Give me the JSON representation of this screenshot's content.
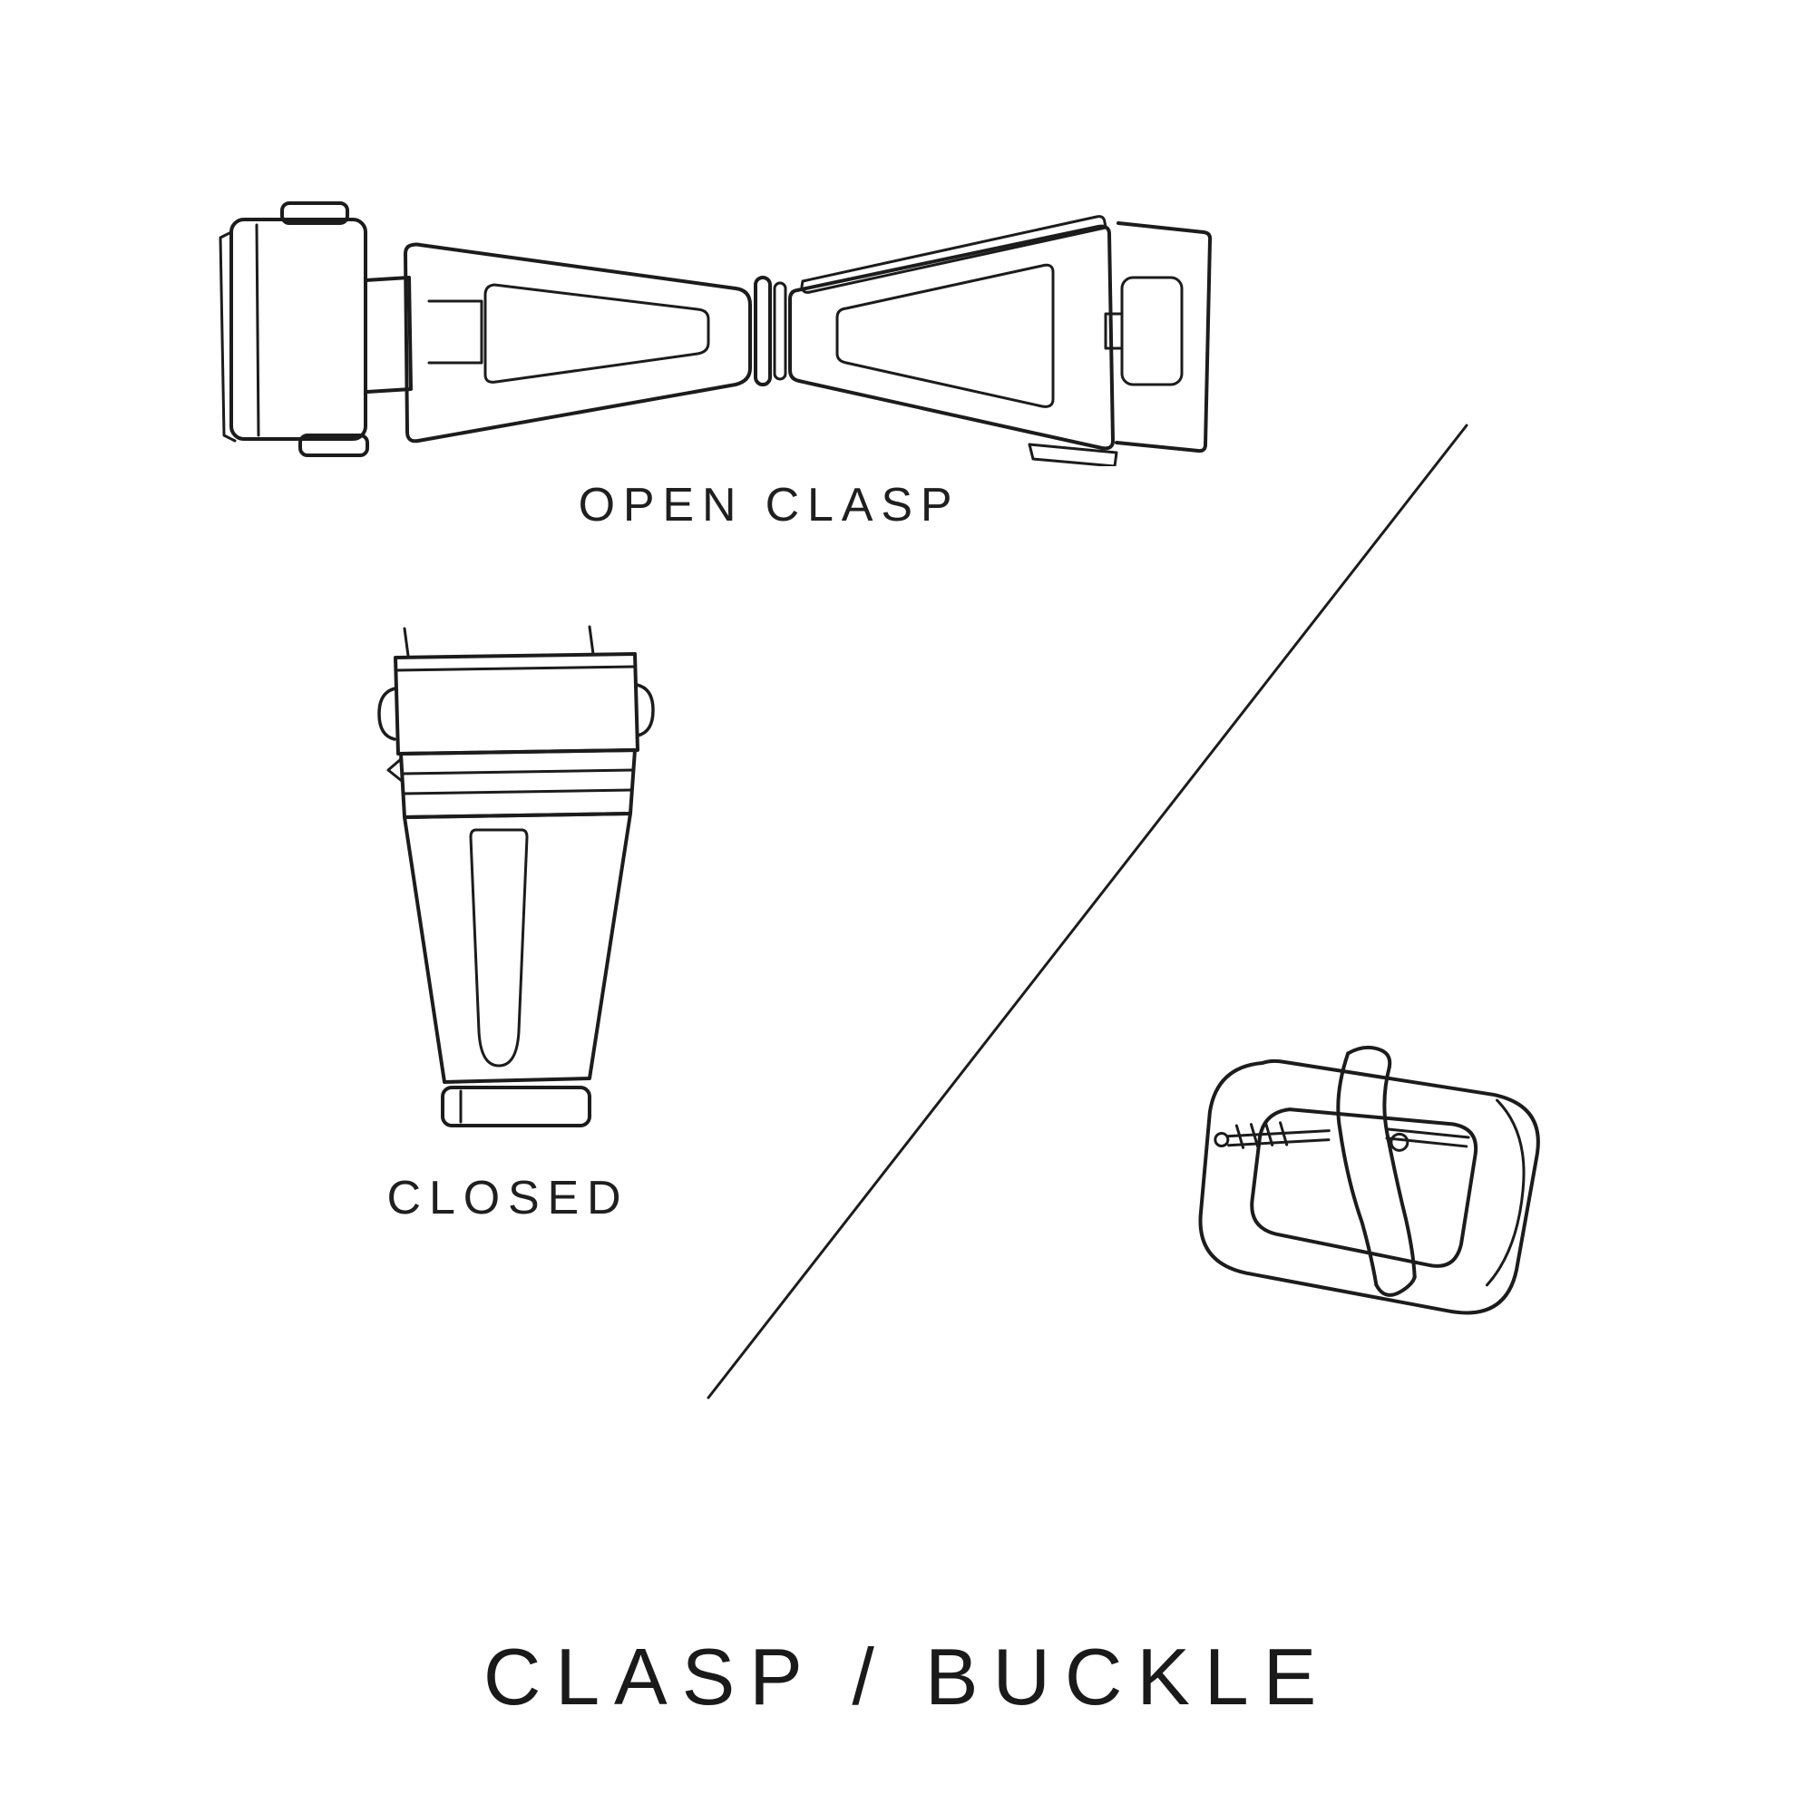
{
  "page": {
    "background_color": "#ffffff",
    "ink_color": "#1c1c1c",
    "title": "CLASP / BUCKLE"
  },
  "labels": {
    "open_clasp": "OPEN CLASP",
    "closed_clasp": "CLOSED"
  },
  "icons": [
    "open-clasp-illustration",
    "closed-clasp-illustration",
    "tang-buckle-illustration",
    "divider-line"
  ]
}
